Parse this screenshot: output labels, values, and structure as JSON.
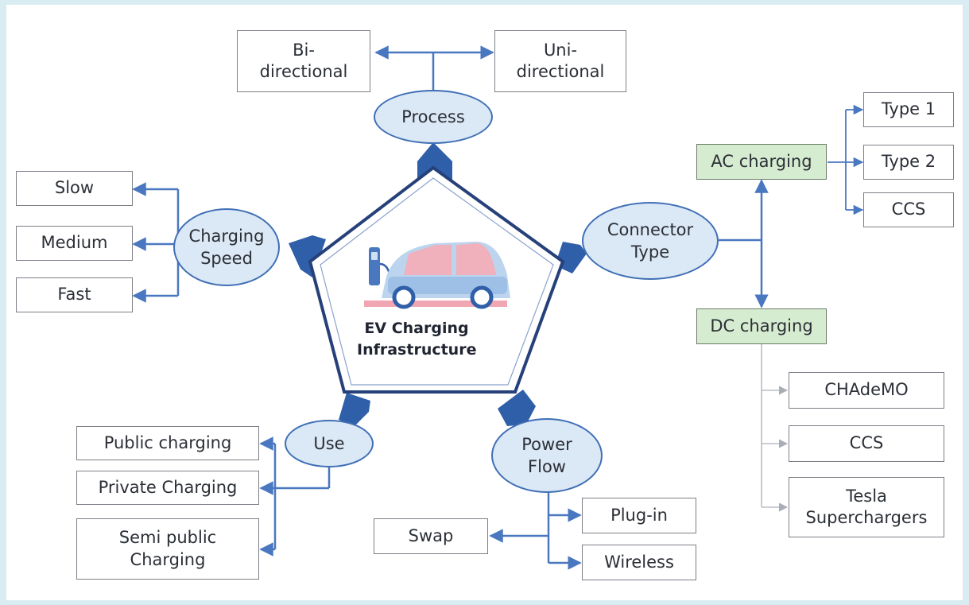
{
  "center": {
    "title": "EV Charging Infrastructure",
    "line1": "EV Charging",
    "line2": "Infrastructure"
  },
  "nodes": {
    "process": "Process",
    "charging_speed": {
      "line1": "Charging",
      "line2": "Speed"
    },
    "connector_type": {
      "line1": "Connector",
      "line2": "Type"
    },
    "use": "Use",
    "power_flow": {
      "line1": "Power",
      "line2": "Flow"
    }
  },
  "process_options": {
    "bidirectional": {
      "line1": "Bi-",
      "line2": "directional"
    },
    "unidirectional": {
      "line1": "Uni-",
      "line2": "directional"
    }
  },
  "speed_options": [
    "Slow",
    "Medium",
    "Fast"
  ],
  "ac_charging": {
    "label": "AC charging",
    "connectors": [
      "Type 1",
      "Type 2",
      "CCS"
    ]
  },
  "dc_charging": {
    "label": "DC charging",
    "connectors": [
      "CHAdeMO",
      "CCS",
      "Tesla Superchargers"
    ],
    "tesla_line1": "Tesla",
    "tesla_line2": "Superchargers"
  },
  "use_options": [
    "Public charging",
    "Private Charging"
  ],
  "use_semi_public": {
    "line1": "Semi public",
    "line2": "Charging"
  },
  "power_flow_options": [
    "Plug-in",
    "Wireless",
    "Swap"
  ],
  "colors": {
    "node_fill": "#dbe8f5",
    "node_stroke": "#3f6fb5",
    "connector_line": "#4a78c0",
    "arrow_block": "#2f5fa8",
    "pentagon_stroke": "#26417a",
    "green_box": "#d6ecd0",
    "dc_line": "#b9bdc4"
  }
}
